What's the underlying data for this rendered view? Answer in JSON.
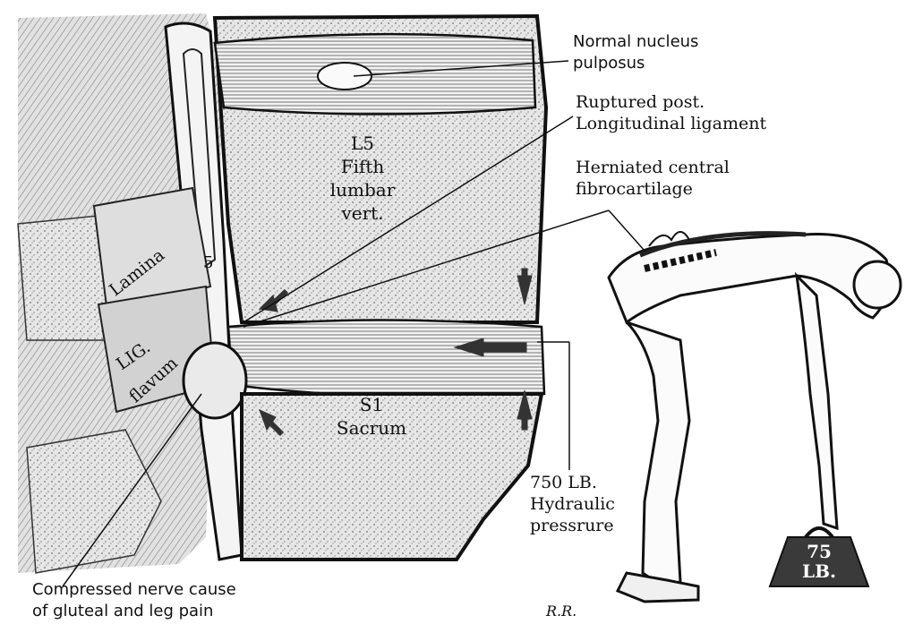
{
  "labels": {
    "normal_nucleus_1": "Normal nucleus",
    "normal_nucleus_2": "pulposus",
    "ruptured_1": "Ruptured post.",
    "ruptured_2": "Longitudinal ligament",
    "herniated_1": "Herniated central",
    "herniated_2": "fibrocartilage",
    "l5": "L5",
    "fifth": "Fifth",
    "lumbar": "lumbar",
    "vert": "vert.",
    "lamina": "Lamina",
    "five": "5",
    "lig": "LIG.",
    "flavum": "flavum",
    "s1": "S1",
    "sacrum": "Sacrum",
    "pressure_1": "750 LB.",
    "pressure_2": "Hydraulic",
    "pressure_3": "pressrure",
    "compressed_1": "Compressed nerve cause",
    "compressed_2": "of gluteal and leg pain",
    "weight_1": "75",
    "weight_2": "LB.",
    "signature": "R.R."
  }
}
